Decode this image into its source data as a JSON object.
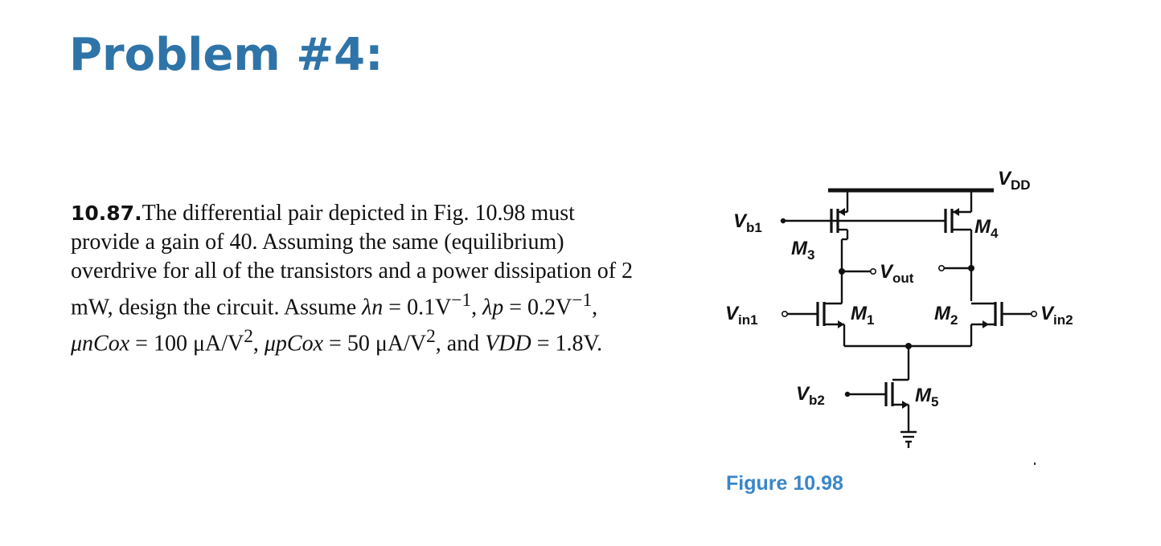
{
  "slide": {
    "title": "Problem #4:"
  },
  "problem": {
    "number": "10.87.",
    "text_1": "The differential pair depicted in Fig. 10.98 must provide a gain of 40. Assuming the same (equilibrium) overdrive for all of the transistors and a power dissipation of 2 mW, design the circuit. Assume ",
    "lambda_n_symbol": "λn",
    "lambda_n_value": " = 0.1V",
    "lambda_n_exp": "−1",
    "sep_1": ", ",
    "lambda_p_symbol": "λp",
    "lambda_p_value": " = 0.2V",
    "lambda_p_exp": "−1",
    "sep_2": ", ",
    "un_cox_symbol": "μnCox",
    "un_cox_value": " = 100 μA/V",
    "un_cox_exp": "2",
    "sep_3": ", ",
    "up_cox_symbol": "μpCox",
    "up_cox_value": " = 50 μA/V",
    "up_cox_exp": "2",
    "sep_4": ", and ",
    "vdd_symbol": "VDD",
    "vdd_value": " = 1.8V."
  },
  "figure": {
    "caption": "Figure 10.98",
    "labels": {
      "vdd_main": "V",
      "vdd_sub": "DD",
      "vb1_main": "V",
      "vb1_sub": "b1",
      "vb2_main": "V",
      "vb2_sub": "b2",
      "vin1_main": "V",
      "vin1_sub": "in1",
      "vin2_main": "V",
      "vin2_sub": "in2",
      "vout_main": "V",
      "vout_sub": "out",
      "m1_main": "M",
      "m1_sub": "1",
      "m2_main": "M",
      "m2_sub": "2",
      "m3_main": "M",
      "m3_sub": "3",
      "m4_main": "M",
      "m4_sub": "4",
      "m5_main": "M",
      "m5_sub": "5"
    }
  },
  "colors": {
    "title": "#2e74a8",
    "caption": "#3a86c8",
    "text": "#111111"
  }
}
